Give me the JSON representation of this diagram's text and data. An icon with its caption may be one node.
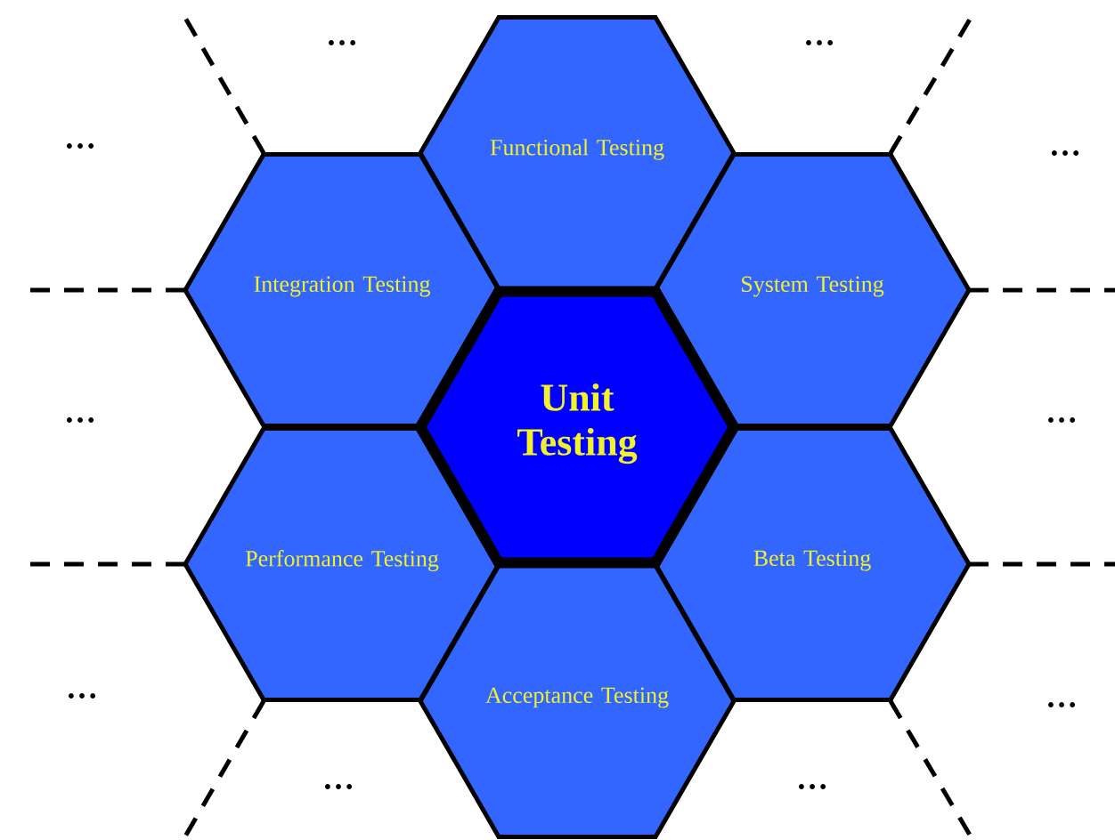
{
  "diagram": {
    "nodes": [
      {
        "text": [
          "Functional Testing"
        ]
      },
      {
        "text": [
          "Integration Testing"
        ]
      },
      {
        "text": [
          "System Testing"
        ]
      },
      {
        "text": [
          "**Unit Testing**"
        ]
      },
      {
        "text": [
          "Performance Testing"
        ]
      },
      {
        "text": [
          "Beta Testing"
        ]
      },
      {
        "text": [
          "Acceptance Testing"
        ]
      }
    ],
    "labels": [
      "…",
      "…",
      "…",
      "…",
      "…",
      "…",
      "…",
      "…",
      "…",
      "…"
    ]
  }
}
